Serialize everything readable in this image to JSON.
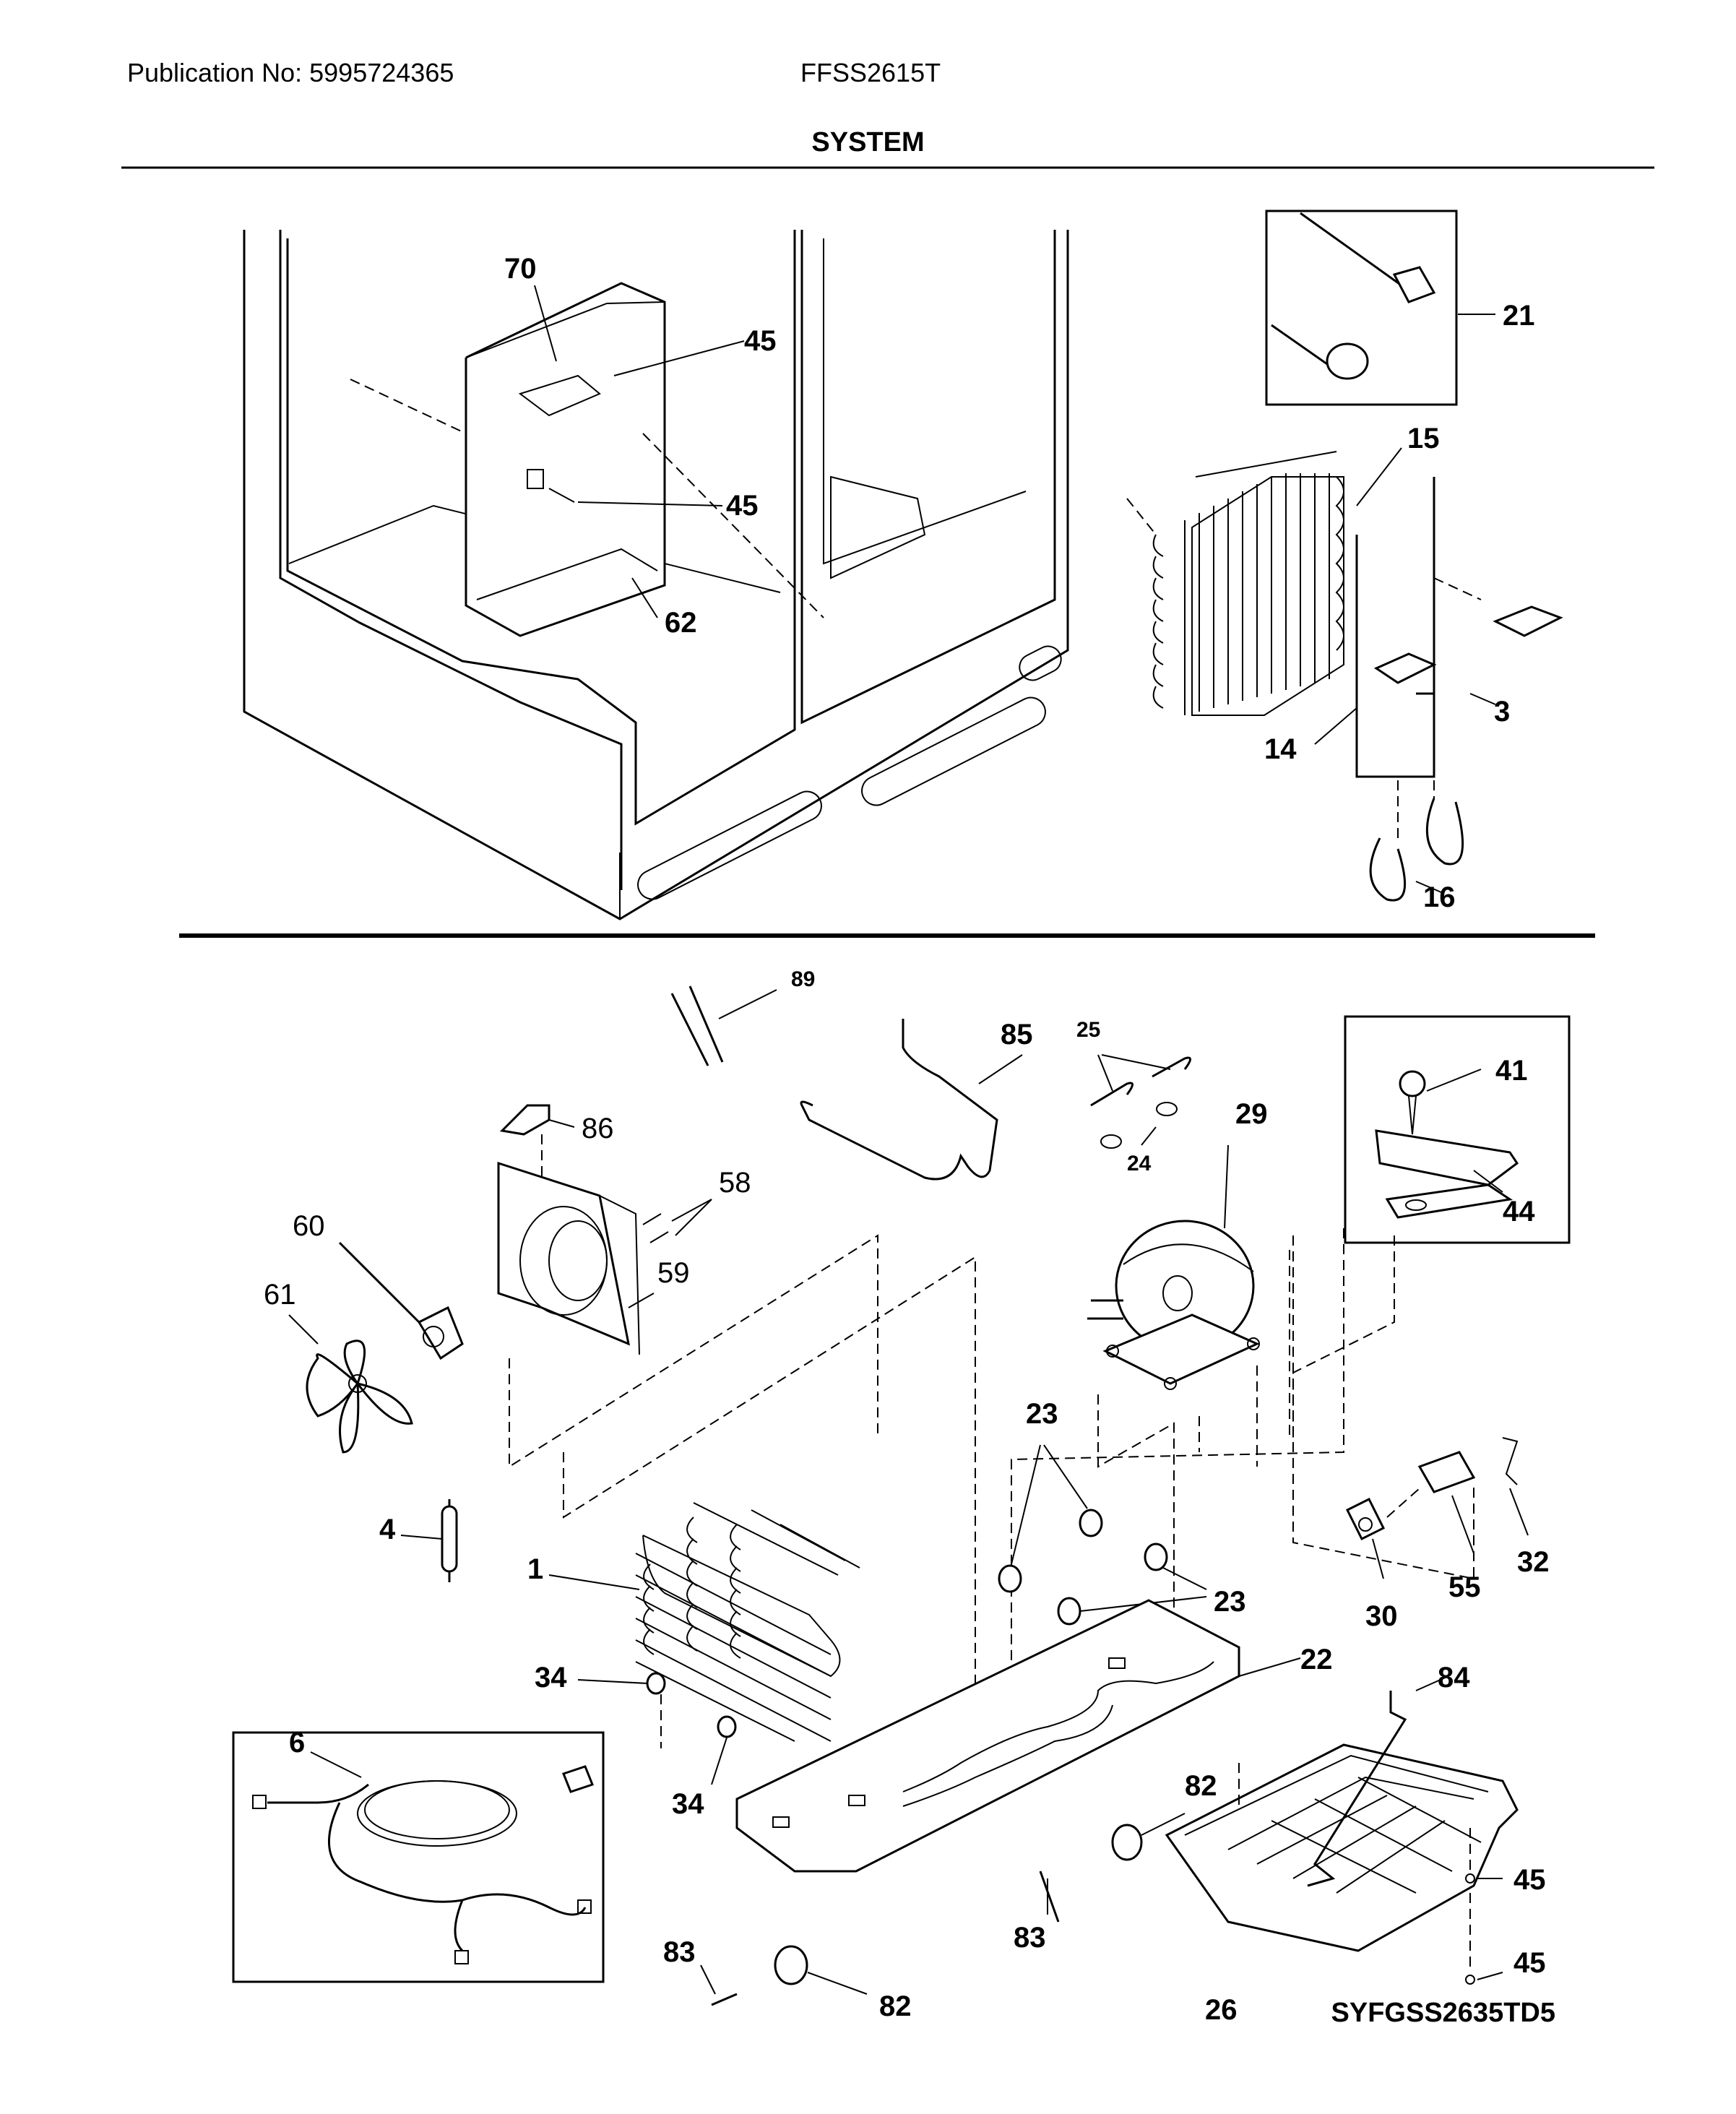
{
  "header": {
    "publication": "Publication No: 5995724365",
    "model": "FFSS2615T",
    "section_title": "SYSTEM"
  },
  "footer": {
    "diagram_code": "SYFGSS2635TD5"
  },
  "callouts": {
    "top": [
      "70",
      "45",
      "45",
      "62",
      "21",
      "15",
      "3",
      "14",
      "16"
    ],
    "bottom": [
      "89",
      "85",
      "25",
      "24",
      "29",
      "41",
      "44",
      "86",
      "58",
      "60",
      "59",
      "61",
      "23",
      "23",
      "4",
      "1",
      "30",
      "55",
      "32",
      "34",
      "22",
      "84",
      "6",
      "34",
      "82",
      "45",
      "83",
      "45",
      "83",
      "82",
      "26"
    ]
  },
  "icons": [
    "refrigerator-cabinet",
    "drain-trough",
    "condenser-coil",
    "drier",
    "compressor",
    "fan-shroud",
    "fan-motor",
    "fan-blade",
    "evaporator-coil",
    "mounting-plate",
    "drain-pan",
    "power-cord",
    "relay",
    "overload-protector",
    "grommet",
    "roller"
  ]
}
